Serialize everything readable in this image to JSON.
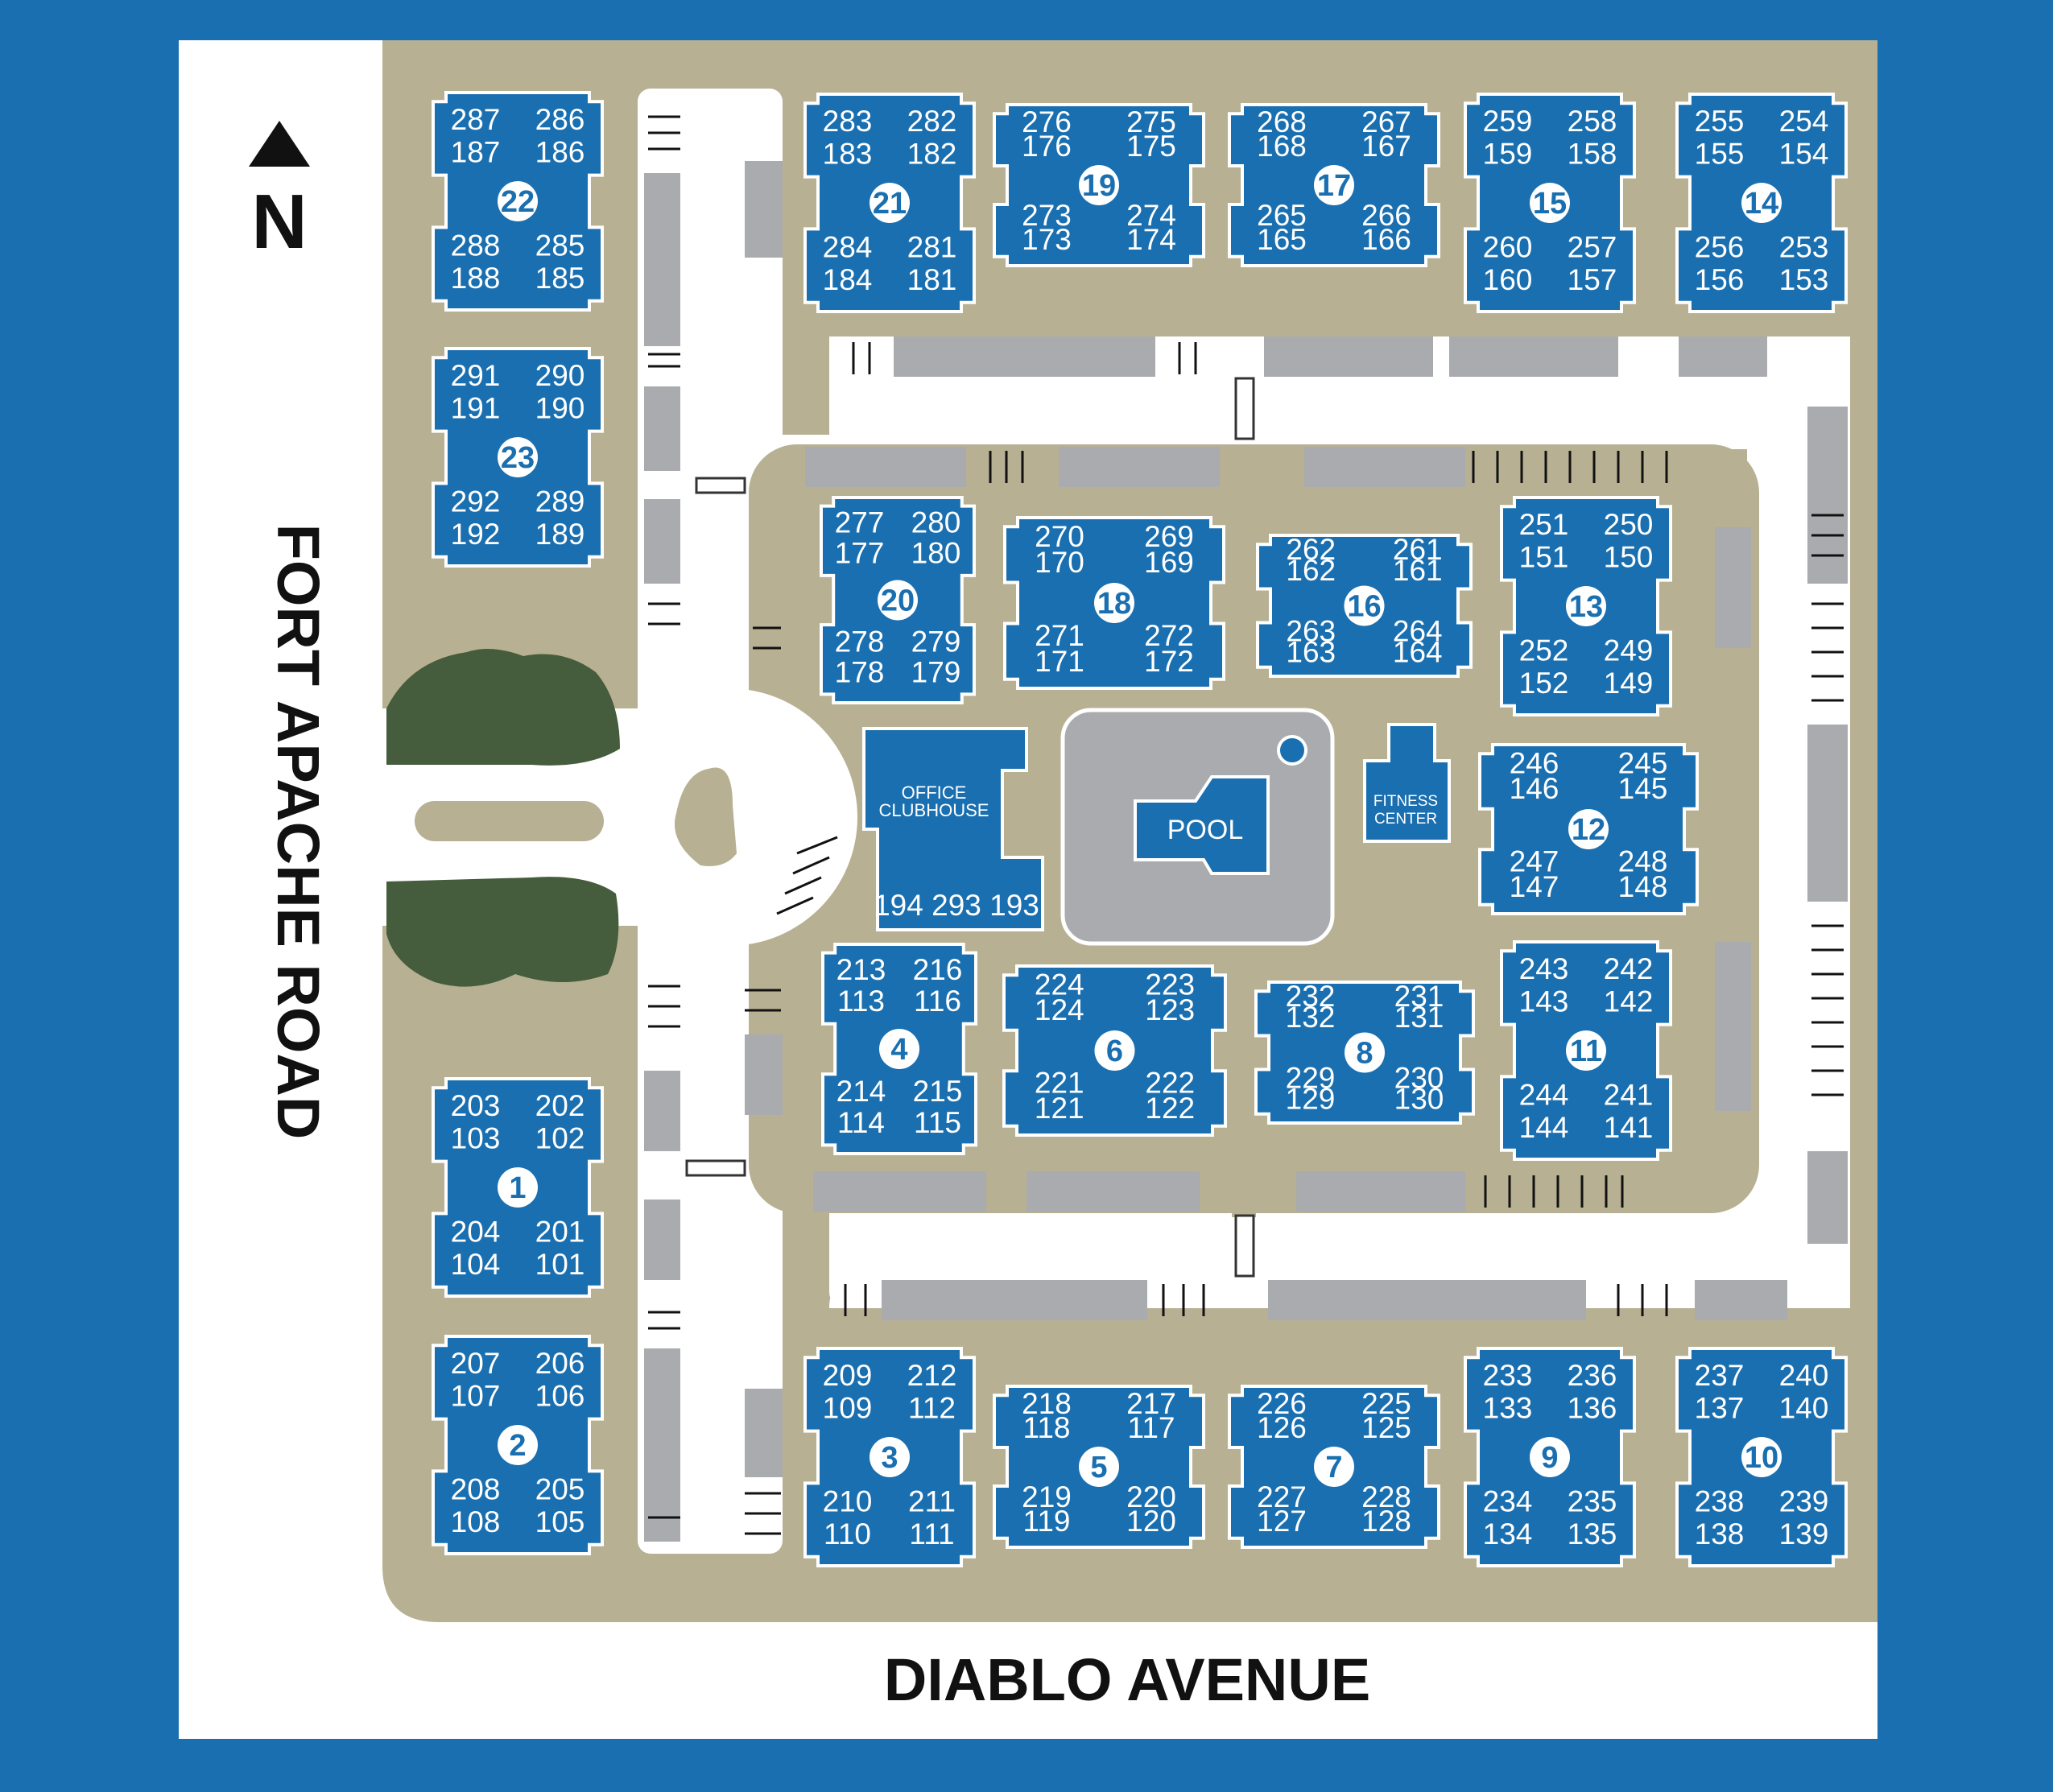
{
  "colors": {
    "background": "#1a6fb0",
    "paper": "#ffffff",
    "grounds": "#b7b093",
    "road": "#ffffff",
    "parking": "#a9abae",
    "building": "#1a6fb0",
    "pool_deck": "#a9abae",
    "landscape": "#455c3d"
  },
  "compass": {
    "label": "N",
    "icon": "north-arrow-icon"
  },
  "streets": {
    "west": "FORT APACHE ROAD",
    "south": "DIABLO AVENUE"
  },
  "amenities": {
    "office_line1": "OFFICE",
    "office_line2": "CLUBHOUSE",
    "office_units": "194 293 193",
    "pool": "POOL",
    "fitness_line1": "FITNESS",
    "fitness_line2": "CENTER"
  },
  "buildings": [
    {
      "id": "22",
      "units": [
        "287",
        "187",
        "286",
        "186",
        "288",
        "188",
        "285",
        "185"
      ]
    },
    {
      "id": "23",
      "units": [
        "291",
        "191",
        "290",
        "190",
        "292",
        "192",
        "289",
        "189"
      ]
    },
    {
      "id": "21",
      "units": [
        "283",
        "183",
        "282",
        "182",
        "284",
        "184",
        "281",
        "181"
      ]
    },
    {
      "id": "19",
      "units": [
        "276",
        "176",
        "275",
        "175",
        "273",
        "173",
        "274",
        "174"
      ]
    },
    {
      "id": "17",
      "units": [
        "268",
        "168",
        "267",
        "167",
        "265",
        "165",
        "266",
        "166"
      ]
    },
    {
      "id": "15",
      "units": [
        "259",
        "159",
        "258",
        "158",
        "260",
        "160",
        "257",
        "157"
      ]
    },
    {
      "id": "14",
      "units": [
        "255",
        "155",
        "254",
        "154",
        "256",
        "156",
        "253",
        "153"
      ]
    },
    {
      "id": "20",
      "units": [
        "277",
        "177",
        "280",
        "180",
        "278",
        "178",
        "279",
        "179"
      ]
    },
    {
      "id": "18",
      "units": [
        "270",
        "170",
        "269",
        "169",
        "271",
        "171",
        "272",
        "172"
      ]
    },
    {
      "id": "16",
      "units": [
        "262",
        "162",
        "261",
        "161",
        "263",
        "163",
        "264",
        "164"
      ]
    },
    {
      "id": "13",
      "units": [
        "251",
        "151",
        "250",
        "150",
        "252",
        "152",
        "249",
        "149"
      ]
    },
    {
      "id": "12",
      "units": [
        "246",
        "146",
        "245",
        "145",
        "247",
        "147",
        "248",
        "148"
      ]
    },
    {
      "id": "4",
      "units": [
        "213",
        "113",
        "216",
        "116",
        "214",
        "114",
        "215",
        "115"
      ]
    },
    {
      "id": "6",
      "units": [
        "224",
        "124",
        "223",
        "123",
        "221",
        "121",
        "222",
        "122"
      ]
    },
    {
      "id": "8",
      "units": [
        "232",
        "132",
        "231",
        "131",
        "229",
        "129",
        "230",
        "130"
      ]
    },
    {
      "id": "11",
      "units": [
        "243",
        "143",
        "242",
        "142",
        "244",
        "144",
        "241",
        "141"
      ]
    },
    {
      "id": "1",
      "units": [
        "203",
        "103",
        "202",
        "102",
        "204",
        "104",
        "201",
        "101"
      ]
    },
    {
      "id": "2",
      "units": [
        "207",
        "107",
        "206",
        "106",
        "208",
        "108",
        "205",
        "105"
      ]
    },
    {
      "id": "3",
      "units": [
        "209",
        "109",
        "212",
        "112",
        "210",
        "110",
        "211",
        "111"
      ]
    },
    {
      "id": "5",
      "units": [
        "218",
        "118",
        "217",
        "117",
        "219",
        "119",
        "220",
        "120"
      ]
    },
    {
      "id": "7",
      "units": [
        "226",
        "126",
        "225",
        "125",
        "227",
        "127",
        "228",
        "128"
      ]
    },
    {
      "id": "9",
      "units": [
        "233",
        "133",
        "236",
        "136",
        "234",
        "134",
        "235",
        "135"
      ]
    },
    {
      "id": "10",
      "units": [
        "237",
        "137",
        "240",
        "140",
        "238",
        "138",
        "239",
        "139"
      ]
    }
  ]
}
